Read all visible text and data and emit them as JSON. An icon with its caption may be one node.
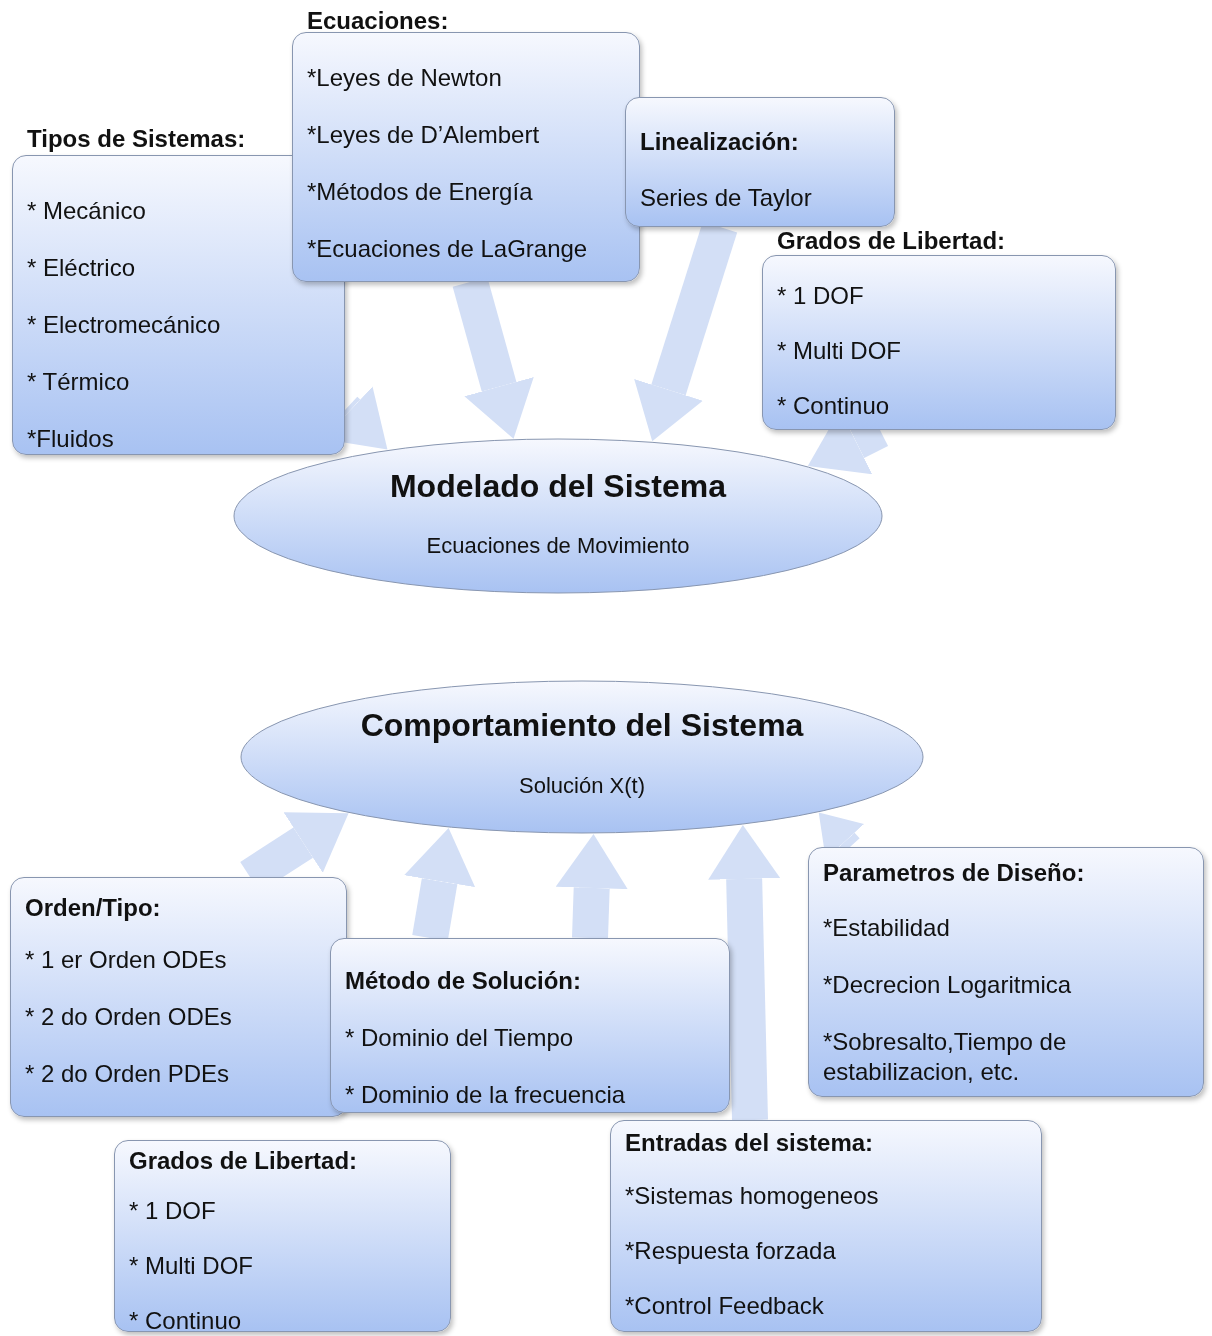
{
  "diagram": {
    "nodes": [
      {
        "text": [
          "Tipos de Sistemas:",
          "* Mecánico",
          "* Eléctrico",
          "* Electromecánico",
          "* Térmico",
          "*Fluidos"
        ]
      },
      {
        "text": [
          "Ecuaciones:",
          "*Leyes  de Newton",
          "*Leyes de D’Alembert",
          "*Métodos de Energía",
          "*Ecuaciones de LaGrange"
        ]
      },
      {
        "text": [
          "Linealización:",
          "Series de Taylor"
        ]
      },
      {
        "text": [
          "Grados de Libertad:",
          "* 1 DOF",
          "* Multi DOF",
          "* Continuo"
        ]
      },
      {
        "text": [
          "Modelado del Sistema",
          "Ecuaciones  de Movimiento"
        ]
      },
      {
        "text": [
          "Comportamiento del Sistema",
          "Solución  X(t)"
        ]
      },
      {
        "text": [
          "Orden/Tipo:",
          "* 1 er  Orden ODEs",
          "* 2 do Orden ODEs",
          "* 2 do Orden PDEs"
        ]
      },
      {
        "text": [
          "Método de Solución:",
          "* Dominio del Tiempo",
          "* Dominio de la frecuencia"
        ]
      },
      {
        "text": [
          "Parametros de Diseño:",
          "*Estabilidad",
          "*Decrecion Logaritmica",
          "*Sobresalto,Tiempo de estabilizacion, etc."
        ]
      },
      {
        "text": [
          "Grados de Libertad:",
          "* 1 DOF",
          "* Multi DOF",
          "* Continuo"
        ]
      },
      {
        "text": [
          "Entradas del sistema:",
          "*Sistemas homogeneos",
          "*Respuesta forzada",
          "*Control Feedback"
        ]
      }
    ],
    "edges": [
      {
        "from": 0,
        "to": 4,
        "arrow": "to"
      },
      {
        "from": 1,
        "to": 4,
        "arrow": "to"
      },
      {
        "from": 2,
        "to": 4,
        "arrow": "to"
      },
      {
        "from": 3,
        "to": 4,
        "arrow": "to"
      },
      {
        "from": 6,
        "to": 5,
        "arrow": "to"
      },
      {
        "from": 7,
        "to": 5,
        "arrow": "to"
      },
      {
        "from": 7,
        "to": 5,
        "arrow": "to"
      },
      {
        "from": 10,
        "to": 5,
        "arrow": "to"
      },
      {
        "from": 8,
        "to": 5,
        "arrow": "to"
      }
    ]
  }
}
